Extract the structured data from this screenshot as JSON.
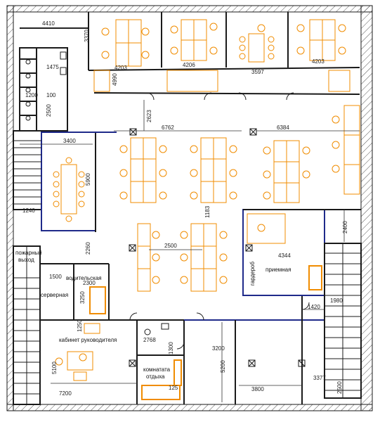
{
  "colors": {
    "wall": "#1a1a1a",
    "hatch": "#555555",
    "furniture": "#f08c00",
    "glass": "#1f2a8a",
    "background": "#ffffff"
  },
  "dimensions": {
    "d4410": "4410",
    "d3370": "3370",
    "d4203a": "4203",
    "d4990": "4990",
    "d4206": "4206",
    "d3597": "3597",
    "d4203b": "4203",
    "d1475": "1475",
    "d1200": "1200",
    "d100": "100",
    "d2500a": "2500",
    "d2623": "2623",
    "d6762": "6762",
    "d6384": "6384",
    "d3400": "3400",
    "d5900": "5900",
    "d1240": "1240",
    "d1183": "1183",
    "d2400": "2400",
    "d2260": "2260",
    "d2500b": "2500",
    "d4344": "4344",
    "d1500": "1500",
    "d2300": "2300",
    "d3250": "3250",
    "d1420": "1420",
    "d1980": "1980",
    "d1250": "1250",
    "d2768": "2768",
    "d1300": "1300",
    "d3200": "3200",
    "d5100": "5100",
    "d5200": "5200",
    "d125": "125",
    "d3800": "3800",
    "d3377": "3377",
    "d7200": "7200",
    "d2500c": "2500"
  },
  "labels": {
    "fire_exit_1": "пожарный",
    "fire_exit_2": "выход",
    "driver_room": "водительская",
    "server_room": "серверная",
    "wardrobe": "гардероб",
    "reception": "приемная",
    "director_office": "кабинет руководителя",
    "rest_room_1": "комнатата",
    "rest_room_2": "отдыха"
  }
}
